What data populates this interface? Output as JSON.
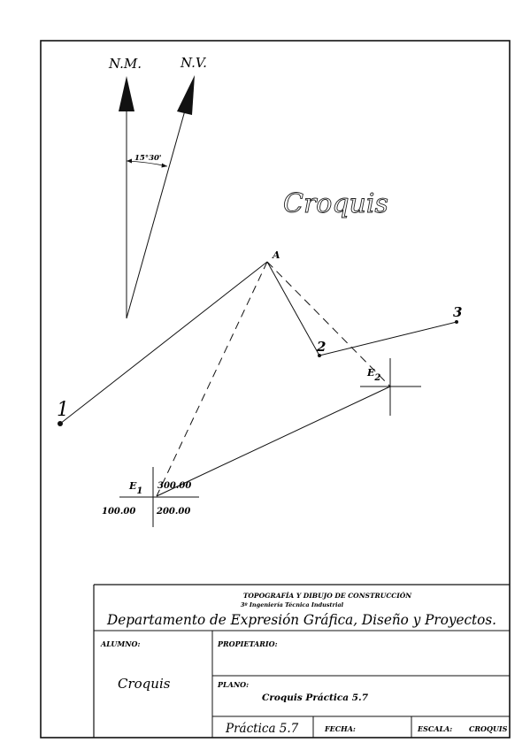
{
  "north": {
    "magnetic_label": "N.M.",
    "true_label": "N.V.",
    "declination": "15°30'"
  },
  "title_watermark": "Croquis",
  "points": {
    "A": "A",
    "p1": "1",
    "p2": "2",
    "p3": "3",
    "E1": "E",
    "E1_sub": "1",
    "E2": "E",
    "E2_sub": "2"
  },
  "coords_E1": {
    "z": "300.00",
    "x": "100.00",
    "y": "200.00"
  },
  "title_block": {
    "course": "TOPOGRAFÍA Y DIBUJO DE CONSTRUCCIÓN",
    "degree": "3º Ingeniería Técnica Industrial",
    "department": "Departamento de Expresión Gráfica, Diseño y Proyectos.",
    "alumno_label": "ALUMNO:",
    "alumno_value": "Croquis",
    "propietario_label": "PROPIETARIO:",
    "plano_label": "PLANO:",
    "plano_value": "Croquis Práctica 5.7",
    "practica": "Práctica 5.7",
    "fecha_label": "FECHA:",
    "escala_label": "ESCALA:",
    "escala_value": "CROQUIS"
  }
}
